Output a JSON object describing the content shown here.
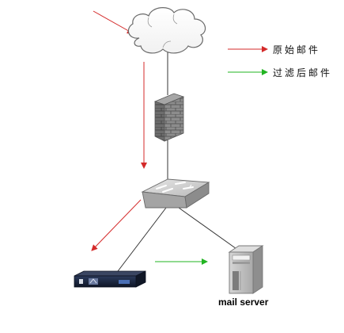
{
  "legend": {
    "original_mail": {
      "label": "原始邮件",
      "color": "#d42a2a"
    },
    "filtered_mail": {
      "label": "过滤后邮件",
      "color": "#22b422"
    }
  },
  "nodes": {
    "internet": {
      "icon": "cloud-icon"
    },
    "firewall": {
      "icon": "firewall-brick-icon"
    },
    "switch": {
      "icon": "network-switch-icon"
    },
    "filter_appliance": {
      "icon": "rack-appliance-icon"
    },
    "mail_server": {
      "icon": "tower-server-icon",
      "label": "mail server"
    }
  },
  "colors": {
    "link_line": "#333333",
    "red_arrow": "#d42a2a",
    "green_arrow": "#22b422",
    "cloud_stroke": "#6a6a6a",
    "firewall_body": "#8a8a8a",
    "switch_body": "#c8c8c8",
    "appliance_body": "#1a2338",
    "server_body": "#c9c9c9"
  }
}
